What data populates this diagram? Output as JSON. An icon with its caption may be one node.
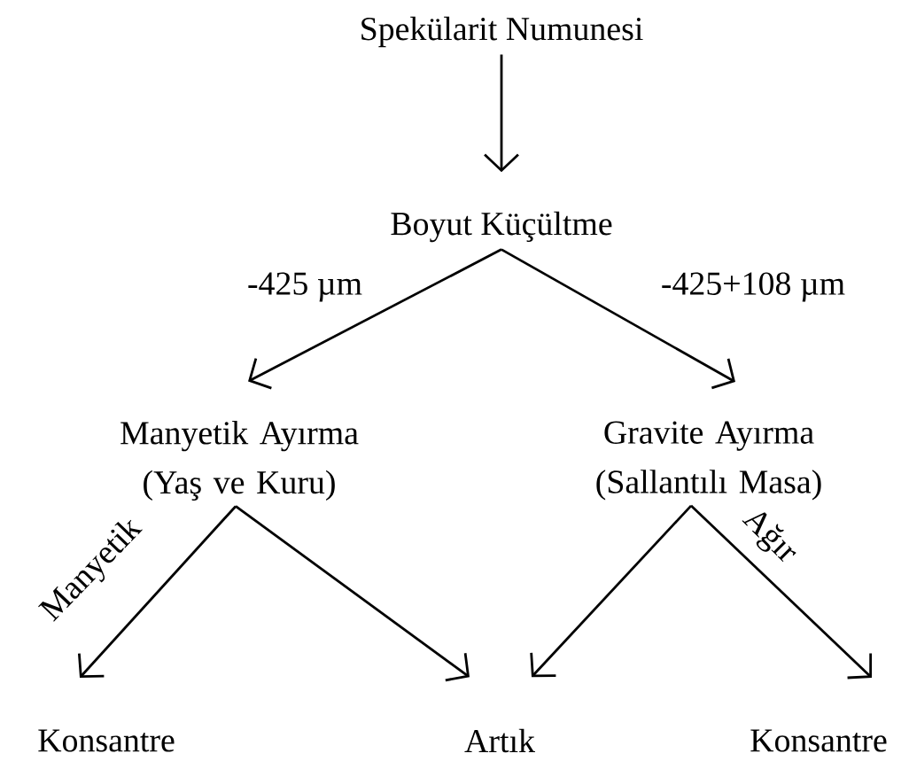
{
  "diagram": {
    "nodes": [
      {
        "text": [
          "Spekülarit Numunesi"
        ]
      },
      {
        "text": [
          "Boyut Küçültme"
        ]
      },
      {
        "text": [
          "Manyetik Ayırma (Yaş ve Kuru)"
        ]
      },
      {
        "text": [
          "Gravite Ayırma (Sallantılı Masa)"
        ]
      },
      {
        "text": [
          "Konsantre"
        ]
      },
      {
        "text": [
          "Artık"
        ]
      },
      {
        "text": [
          "Konsantre"
        ]
      }
    ],
    "edges": [
      {
        "from": 0,
        "to": 1,
        "arrow": "to"
      },
      {
        "from": 1,
        "to": 2,
        "arrow": "to",
        "label": "-425 µm"
      },
      {
        "from": 1,
        "to": 3,
        "arrow": "to",
        "label": "-425+108 µm"
      },
      {
        "from": 2,
        "to": 4,
        "arrow": "to",
        "label": "Manyetik"
      },
      {
        "from": 2,
        "to": 5,
        "arrow": "to"
      },
      {
        "from": 3,
        "to": 5,
        "arrow": "to"
      },
      {
        "from": 3,
        "to": 6,
        "arrow": "to",
        "label": "Ağır"
      }
    ]
  }
}
